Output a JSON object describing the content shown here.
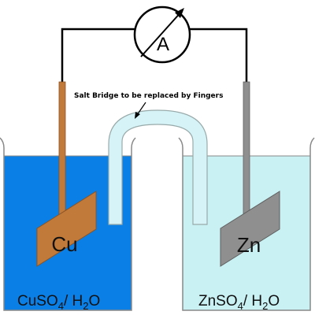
{
  "diagram": {
    "meter_symbol": "A",
    "salt_bridge_label": "Salt Bridge to be replaced by Fingers",
    "left_cell": {
      "electrode": "Cu",
      "solution_formula": "CuSO",
      "solution_subscript": "4",
      "solvent_prefix": "/ H",
      "solvent_subscript": "2",
      "solvent_suffix": "O",
      "solution_color": "#0a7fe6",
      "electrode_color": "#c27a3a"
    },
    "right_cell": {
      "electrode": "Zn",
      "solution_formula": "ZnSO",
      "solution_subscript": "4",
      "solvent_prefix": "/ H",
      "solvent_subscript": "2",
      "solvent_suffix": "O",
      "solution_color": "#c9f1f4",
      "electrode_color": "#8f8f8f"
    },
    "salt_bridge_color": "#d6f3f7",
    "wire_color": "#000000"
  }
}
